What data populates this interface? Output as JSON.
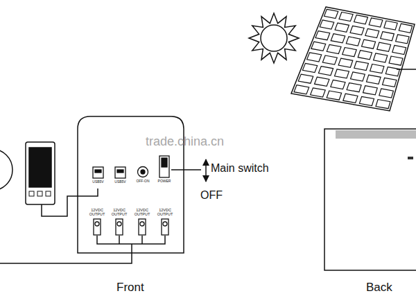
{
  "diagram": {
    "nodes": [
      {
        "text": [
          "USB5V"
        ]
      },
      {
        "text": [
          "USB5V"
        ]
      },
      {
        "text": [
          "OFF-ON"
        ]
      },
      {
        "text": [
          "POWER"
        ]
      },
      {
        "text": [
          "12VDC OUTPUT"
        ]
      },
      {
        "text": [
          "12VDC OUTPUT"
        ]
      },
      {
        "text": [
          "12VDC OUTPUT"
        ]
      },
      {
        "text": [
          "12VDC OUTPUT"
        ]
      }
    ],
    "labels": [
      "trade.china.cn",
      "Main switch",
      "OFF",
      "Front",
      "Back"
    ]
  }
}
